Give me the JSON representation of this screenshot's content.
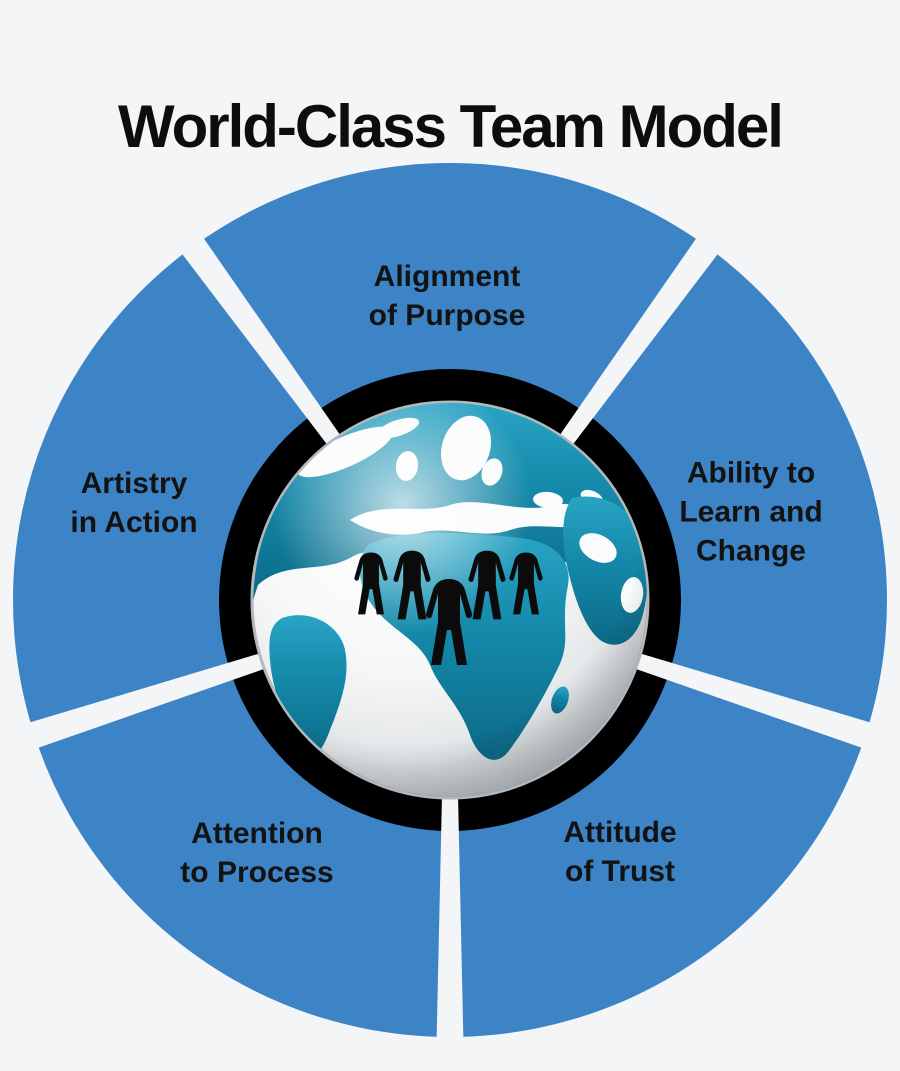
{
  "title": "World-Class Team Model",
  "wheel": {
    "segments": {
      "top": {
        "label": "Alignment\nof Purpose",
        "position": "top"
      },
      "right": {
        "label": "Ability to\nLearn and\nChange",
        "position": "right"
      },
      "bottom_right": {
        "label": "Attitude\nof Trust",
        "position": "bottom-right"
      },
      "bottom_left": {
        "label": "Attention\nto Process",
        "position": "bottom-left"
      },
      "left": {
        "label": "Artistry\nin Action",
        "position": "left"
      }
    },
    "center": {
      "icon": "globe-icon",
      "overlay_icon": "team-people-icon",
      "people_count": 5
    },
    "colors": {
      "segment_blue": "#3d84c6",
      "separator_white": "#f4f5f7",
      "ring_black": "#000000",
      "globe_land_teal": "#1488a9",
      "globe_sphere": "#ffffff",
      "people_black": "#0b0b0b",
      "background": "#f4f5f7",
      "text": "#131313"
    }
  }
}
